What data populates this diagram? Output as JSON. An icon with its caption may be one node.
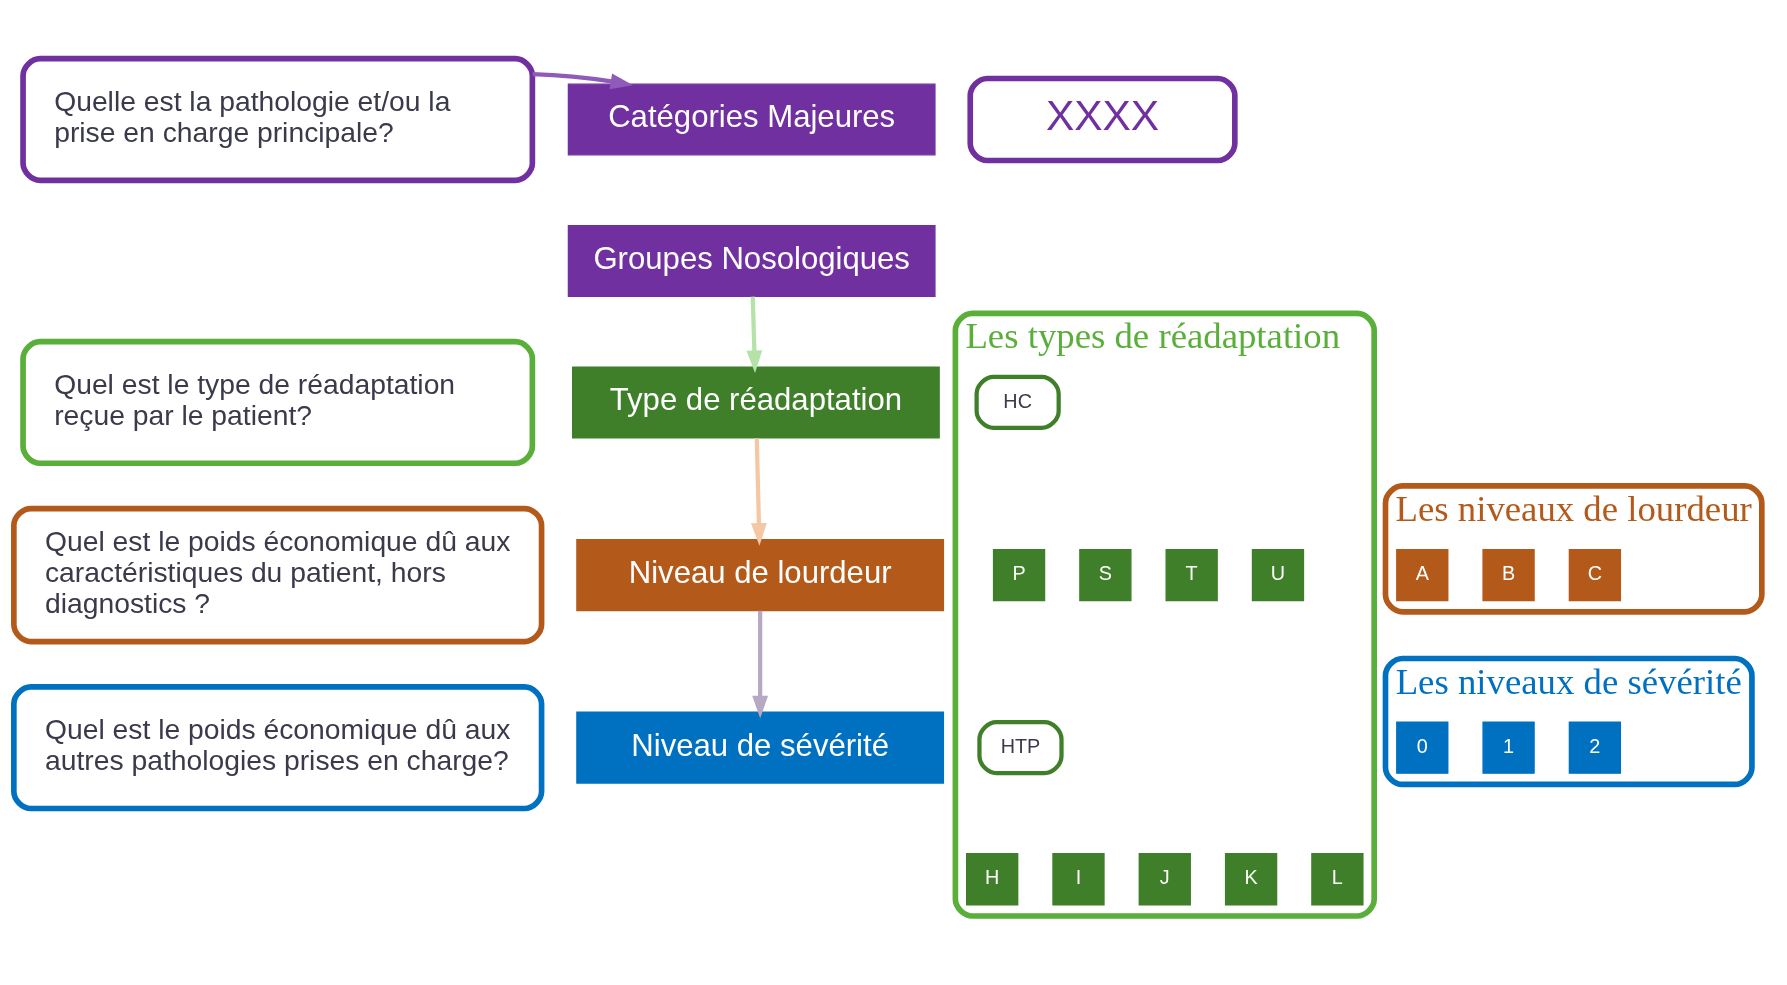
{
  "diagram": {
    "nodes": [
      {
        "text": [
          "Quelle est la pathologie et/ou la prise en charge principale?"
        ]
      },
      {
        "text": [
          "Catégories Majeures"
        ]
      },
      {
        "text": [
          "Groupes Nosologiques"
        ]
      },
      {
        "text": [
          "XXXX"
        ]
      },
      {
        "text": [
          "Quel est le type de réadaptation reçue par le patient?"
        ]
      },
      {
        "text": [
          "Type de réadaptation"
        ]
      },
      {
        "text": [
          "Les types de réadaptation"
        ]
      },
      {
        "text": [
          "HC"
        ],
        "in": 6
      },
      {
        "text": [
          "P"
        ],
        "in": 6
      },
      {
        "text": [
          "S"
        ],
        "in": 6
      },
      {
        "text": [
          "T"
        ],
        "in": 6
      },
      {
        "text": [
          "U"
        ],
        "in": 6
      },
      {
        "text": [
          "HTP"
        ],
        "in": 6
      },
      {
        "text": [
          "H"
        ],
        "in": 6
      },
      {
        "text": [
          "I"
        ],
        "in": 6
      },
      {
        "text": [
          "J"
        ],
        "in": 6
      },
      {
        "text": [
          "K"
        ],
        "in": 6
      },
      {
        "text": [
          "L"
        ],
        "in": 6
      },
      {
        "text": [
          "Quel est le poids économique dû aux caractéristiques du patient, hors diagnostics ?"
        ]
      },
      {
        "text": [
          "Niveau de lourdeur"
        ]
      },
      {
        "text": [
          "Les niveaux de lourdeur"
        ]
      },
      {
        "text": [
          "A"
        ],
        "in": 20
      },
      {
        "text": [
          "B"
        ],
        "in": 20
      },
      {
        "text": [
          "C"
        ],
        "in": 20
      },
      {
        "text": [
          "Quel est le poids économique dû aux autres pathologies prises en charge?"
        ]
      },
      {
        "text": [
          "Niveau de sévérité"
        ]
      },
      {
        "text": [
          "Les niveaux de sévérité"
        ]
      },
      {
        "text": [
          "0"
        ],
        "in": 26
      },
      {
        "text": [
          "1"
        ],
        "in": 26
      },
      {
        "text": [
          "2"
        ],
        "in": 26
      }
    ],
    "edges": [
      {
        "from": 0,
        "to": 1,
        "arrow": "to",
        "color": "#8e5cb8"
      },
      {
        "from": 2,
        "to": 5,
        "arrow": "to",
        "color": "#b5e2a8"
      },
      {
        "from": 5,
        "to": 19,
        "arrow": "to",
        "color": "#f4c8a4"
      },
      {
        "from": 19,
        "to": 25,
        "arrow": "to",
        "color": "#b5a9c4"
      }
    ]
  }
}
